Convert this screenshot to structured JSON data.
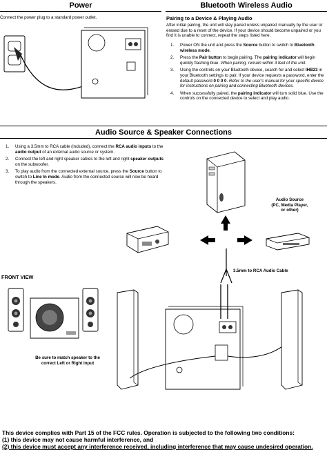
{
  "power": {
    "title": "Power",
    "text": "Connect the power plug to a standard power outlet."
  },
  "bluetooth": {
    "title": "Bluetooth Wireless Audio",
    "subtitle": "Pairing to a Device & Playing Audio",
    "intro": "After initial pairing, the unit will stay paired unless unpaired manually by the user or erased due to a reset of the device. If your device should become unpaired or you find it is unable to connect, repeat the steps listed here.",
    "steps": [
      {
        "num": "1.",
        "a": "Power ON the unit and press the ",
        "b": "Source",
        "c": " button to switch to ",
        "d": "Bluetooth wireless mode",
        "e": "."
      },
      {
        "num": "2.",
        "a": "Press the ",
        "b": "Pair button",
        "c": " to begin pairing. The ",
        "d": "pairing indicator",
        "e": " will begin quickly flashing blue. ",
        "f": "When pairing, remain within 3 feet of the unit."
      },
      {
        "num": "3.",
        "a": "Using the controls on your Bluetooth device, search for and select ",
        "b": "IHB23",
        "c": " in your Bluetooth settings to pair. If your device requests a password, enter the default password ",
        "d": "0 0 0 0",
        "e": ". ",
        "f": "Refer to the user's manual for your specific device for instructions on pairing and connecting Bluetooth devices."
      },
      {
        "num": "4.",
        "a": "When successfully paired, the ",
        "b": "pairing indicator",
        "c": " will turn solid blue. Use the controls on the connected device to select and play audio."
      }
    ]
  },
  "audio_source": {
    "title": "Audio Source & Speaker Connections",
    "steps": [
      {
        "num": "1.",
        "a": "Using a 3.5mm to RCA cable (included), connect the ",
        "b": "RCA audio inputs",
        "c": " to the ",
        "d": "audio output",
        "e": " of an external audio source or system."
      },
      {
        "num": "2.",
        "a": "Connect the left and right speaker cables to the left and right ",
        "b": "speaker outputs",
        "c": " on the subwoofer."
      },
      {
        "num": "3.",
        "a": "To play audio from the connected external source, press the ",
        "b": "Source",
        "c": " button to switch to ",
        "d": "Line In mode",
        "e": ". Audio from the connected source will now be heard through the speakers."
      }
    ],
    "audio_source_label_1": "Audio Source",
    "audio_source_label_2": "(PC, Media Player,",
    "audio_source_label_3": "or other)",
    "cable_label": "3.5mm to RCA Audio Cable",
    "front_view": "FRONT VIEW",
    "match_label_1": "Be sure to match speaker to the",
    "match_label_2": "correct Left or Right input"
  },
  "fcc": {
    "line1": "This device complies with Part 15 of the FCC rules. Operation is subjected to the following two conditions:",
    "line2": "(1) this device may not cause harmful interference, and",
    "line3": "(2) this device must accept any interference received, including interference that may cause undesired operation."
  }
}
